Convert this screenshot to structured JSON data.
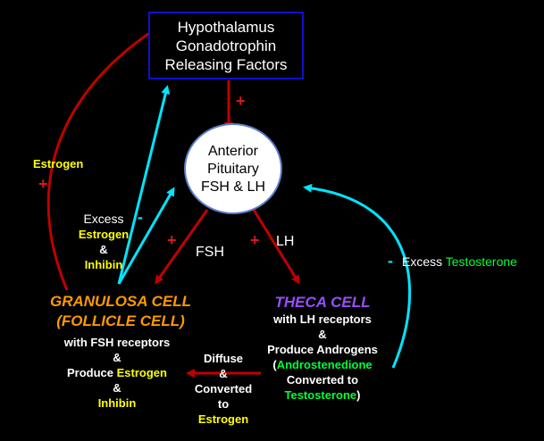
{
  "hypothalamus": {
    "line1": "Hypothalamus",
    "line2": "Gonadotrophin",
    "line3": "Releasing Factors"
  },
  "pituitary": {
    "line1": "Anterior",
    "line2": "Pituitary",
    "line3": "FSH & LH"
  },
  "signs": {
    "plus": "+",
    "minus": "-"
  },
  "left_feedback": {
    "estrogen": "Estrogen",
    "excess": "Excess",
    "estrogen2": "Estrogen",
    "amp": "&",
    "inhibin": "Inhibin"
  },
  "hormones": {
    "fsh": "FSH",
    "lh": "LH"
  },
  "right_feedback": {
    "excess": "Excess",
    "testosterone": "Testosterone"
  },
  "granulosa": {
    "title_line1": "GRANULOSA CELL",
    "title_line2": "(FOLLICLE CELL)",
    "line1": "with FSH receptors",
    "amp1": "&",
    "produce": "Produce",
    "estrogen": "Estrogen",
    "amp2": "&",
    "inhibin": "Inhibin"
  },
  "theca": {
    "title": "THECA CELL",
    "line1": "with LH receptors",
    "amp": "&",
    "line2": "Produce Androgens",
    "open_paren": "(",
    "androstenedione": "Androstenedione",
    "converted": "Converted to",
    "testosterone": "Testosterone",
    "close_paren": ")"
  },
  "diffuse": {
    "line1": "Diffuse",
    "line2": "&",
    "line3": "Converted",
    "line4": "to",
    "line5": "Estrogen"
  },
  "colors": {
    "background": "#000000",
    "stimulatory_arrow": "#c00000",
    "inhibitory_arrow": "#00e5ff",
    "highlight_yellow": "#ffff00",
    "highlight_green": "#00ff3a",
    "granulosa_title": "#ff9900",
    "theca_title": "#9a4dff",
    "box_border": "#1010d0"
  }
}
